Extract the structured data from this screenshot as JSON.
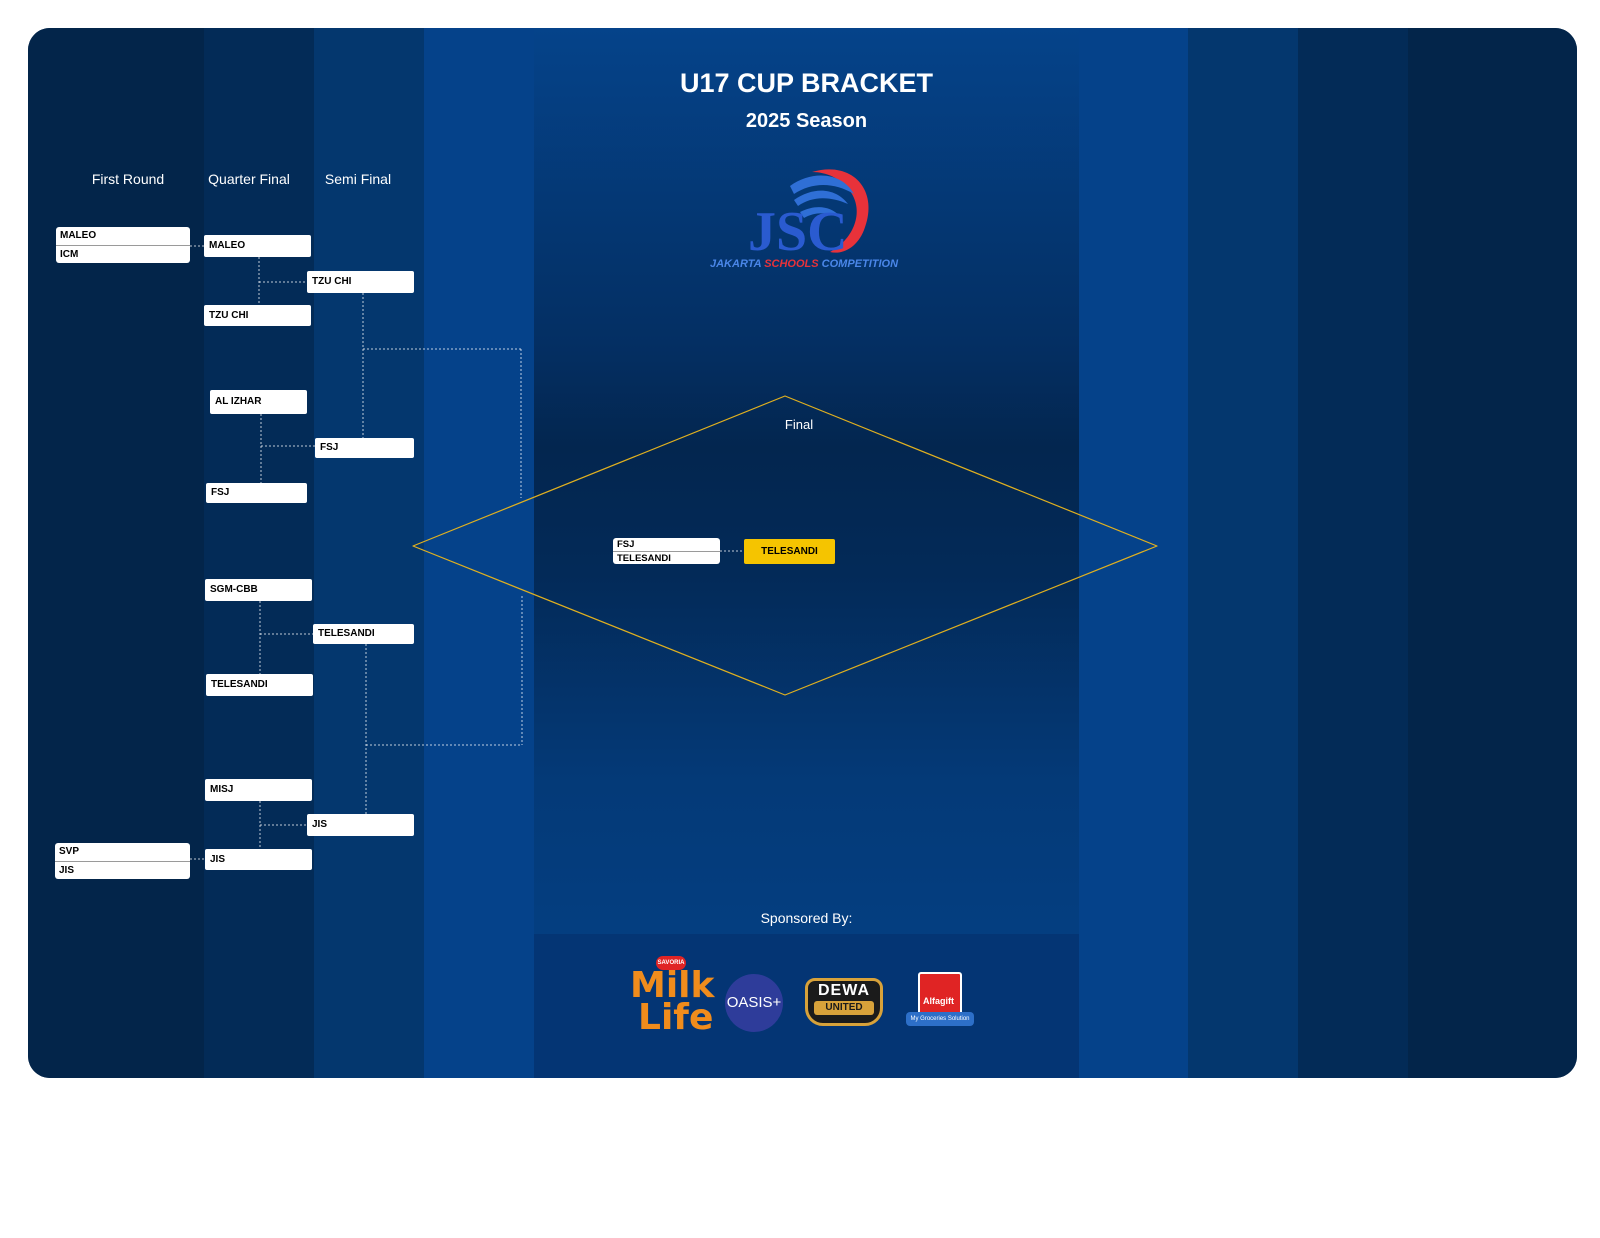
{
  "header": {
    "title": "U17 CUP BRACKET",
    "subtitle": "2025 Season"
  },
  "rounds": {
    "first": "First Round",
    "quarter": "Quarter Final",
    "semi": "Semi Final",
    "final": "Final"
  },
  "first_round": [
    {
      "top": "MALEO",
      "bottom": "ICM"
    },
    {
      "top": "SVP",
      "bottom": "JIS"
    }
  ],
  "quarter_final": [
    "MALEO",
    "TZU CHI",
    "AL IZHAR",
    "FSJ",
    "SGM-CBB",
    "TELESANDI",
    "MISJ",
    "JIS"
  ],
  "semi_final": [
    "TZU CHI",
    "FSJ",
    "TELESANDI",
    "JIS"
  ],
  "final": {
    "top": "FSJ",
    "bottom": "TELESANDI",
    "champion": "TELESANDI"
  },
  "logo": {
    "letters": "JSC",
    "tagline_a": "JAKARTA ",
    "tagline_b": "SCHOOLS",
    "tagline_c": " COMPETITION"
  },
  "sponsors": {
    "label": "Sponsored By:",
    "milk_brand": "SAVORIA",
    "milk_line1": "Milk",
    "milk_line2": "Life",
    "oasis": "OASIS+",
    "dewa_line1": "DEWA",
    "dewa_line2": "UNITED",
    "alfa": "Alfagift",
    "alfa_tag": "My Groceries Solution"
  },
  "colors": {
    "accent": "#f5c400",
    "navy": "#032649",
    "blue": "#05428a",
    "logo_red": "#e8323a",
    "logo_blue": "#2f6fd6"
  }
}
